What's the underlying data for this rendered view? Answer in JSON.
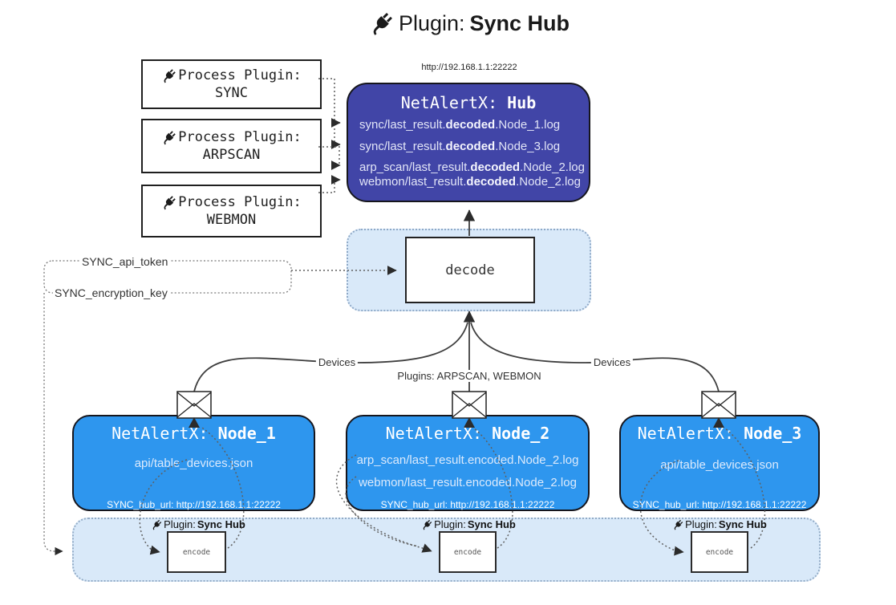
{
  "diagram": {
    "title": {
      "prefix": "Plugin: ",
      "bold": "Sync Hub"
    },
    "process_plugins": [
      {
        "label": "Process Plugin:",
        "name": "SYNC"
      },
      {
        "label": "Process Plugin:",
        "name": "ARPSCAN"
      },
      {
        "label": "Process Plugin:",
        "name": "WEBMON"
      }
    ],
    "hub": {
      "url": "http://192.168.1.1:22222",
      "title_prefix": "NetAlertX: ",
      "title_bold": "Hub",
      "logs": [
        {
          "pre": "sync/last_result.",
          "bold": "decoded",
          "post": ".Node_1.log"
        },
        {
          "pre": "sync/last_result.",
          "bold": "decoded",
          "post": ".Node_3.log"
        },
        {
          "pre": "arp_scan/last_result.",
          "bold": "decoded",
          "post": ".Node_2.log"
        },
        {
          "pre": "webmon/last_result.",
          "bold": "decoded",
          "post": ".Node_2.log"
        }
      ]
    },
    "decode": {
      "label": "decode"
    },
    "secrets": {
      "api_token": "SYNC_api_token",
      "encryption_key": "SYNC_encryption_key"
    },
    "edges": {
      "devices_left": "Devices",
      "plugins_center": "Plugins: ARPSCAN, WEBMON",
      "devices_right": "Devices"
    },
    "nodes": [
      {
        "title_prefix": "NetAlertX: ",
        "title_bold": "Node_1",
        "lines": [
          "api/table_devices.json"
        ],
        "hub_url": "SYNC_hub_url: http://192.168.1.1:22222"
      },
      {
        "title_prefix": "NetAlertX: ",
        "title_bold": "Node_2",
        "lines": [
          "arp_scan/last_result.encoded.Node_2.log",
          "webmon/last_result.encoded.Node_2.log"
        ],
        "hub_url": "SYNC_hub_url: http://192.168.1.1:22222"
      },
      {
        "title_prefix": "NetAlertX: ",
        "title_bold": "Node_3",
        "lines": [
          "api/table_devices.json"
        ],
        "hub_url": "SYNC_hub_url: http://192.168.1.1:22222"
      }
    ],
    "sync_plugin_label": {
      "prefix": "Plugin: ",
      "bold": "Sync Hub"
    },
    "encode_label": "encode",
    "colors": {
      "hub_fill": "#4145a7",
      "node_fill": "#2e96ee",
      "zone_fill": "#d9e9f9",
      "line": "#3f3f3f"
    }
  }
}
